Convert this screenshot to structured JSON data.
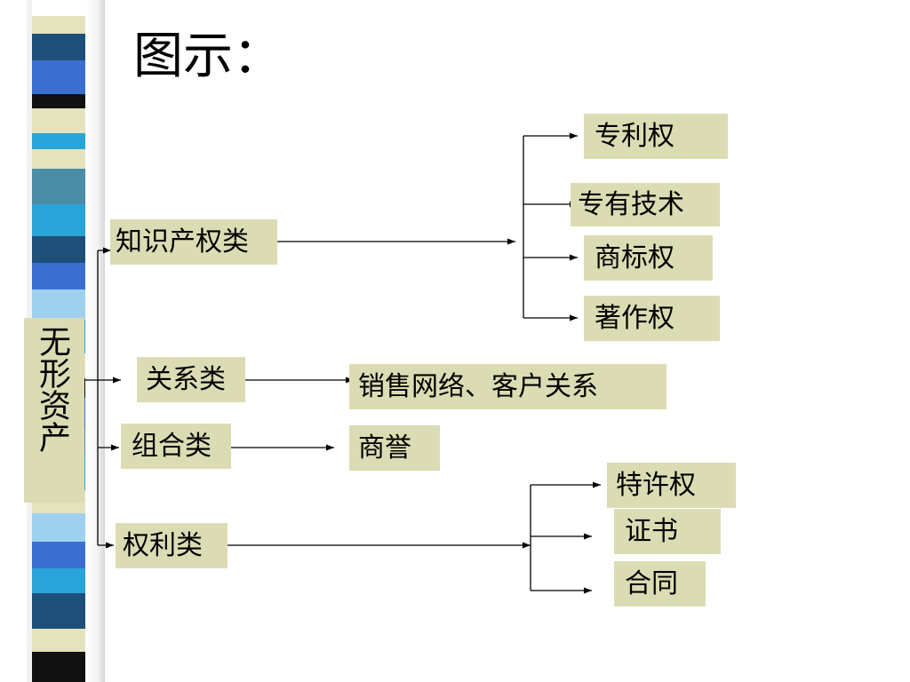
{
  "title": "图示：",
  "root": "无形资产",
  "categories": {
    "ip": "知识产权类",
    "relation": "关系类",
    "combo": "组合类",
    "rights": "权利类"
  },
  "items": {
    "patent": "专利权",
    "know_how": "专有技术",
    "trademark": "商标权",
    "copyright": "著作权",
    "sales_network": "销售网络、客户关系",
    "goodwill": "商誉",
    "franchise": "特许权",
    "certificate": "证书",
    "contract": "合同"
  },
  "colors": {
    "box_fill": "#dcdcb4",
    "strip_colors": [
      "#ffffff",
      "#1e4f7a",
      "#3a6fd1",
      "#2aa3d8",
      "#e3e3bd",
      "#111111",
      "#9fd0f0",
      "#4b8ca6"
    ]
  }
}
